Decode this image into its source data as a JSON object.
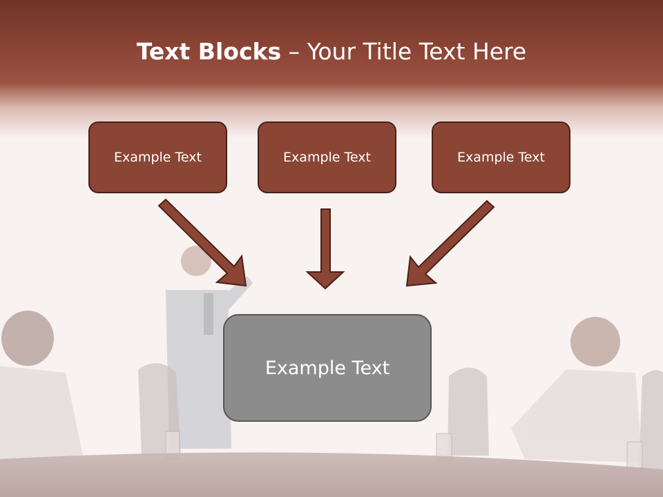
{
  "slide": {
    "title_bold": "Text Blocks",
    "title_dash": " – ",
    "title_rest": "Your Title Text Here"
  },
  "blocks": [
    {
      "label": "Example Text"
    },
    {
      "label": "Example Text"
    },
    {
      "label": "Example Text"
    }
  ],
  "main_block": {
    "label": "Example Text"
  },
  "colors": {
    "header": "#8a4435",
    "block_fill": "#8a4535",
    "block_border": "#4b1f16",
    "main_block_fill": "#8c8c8c",
    "arrow_fill": "#8a4535"
  }
}
